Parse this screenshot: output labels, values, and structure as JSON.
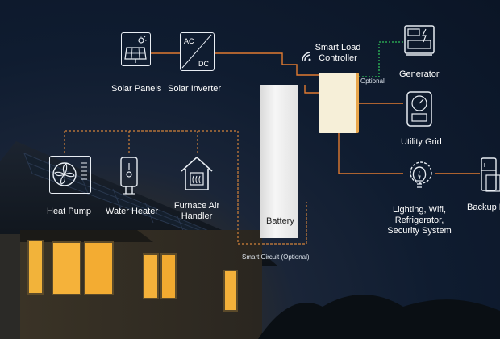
{
  "labels": {
    "smart_load_controller": "Smart Load Controller",
    "optional": "Optional",
    "generator": "Generator",
    "solar_panels": "Solar Panels",
    "solar_inverter": "Solar Inverter",
    "ac": "AC",
    "dc": "DC",
    "utility_grid": "Utility Grid",
    "heat_pump": "Heat Pump",
    "water_heater": "Water Heater",
    "furnace_air_handler": "Furnace Air Handler",
    "battery": "Battery",
    "lighting": "Lighting, Wifi, Refrigerator, Security System",
    "backup_loads": "Backup L",
    "smart_circuit": "Smart Circuit (Optional)"
  },
  "colors": {
    "wire": "#e07a30",
    "dashed": "#d2823a",
    "optional_link": "#2fbf5a",
    "icon_stroke": "#e8edf3",
    "controller": "#f6efd8",
    "battery": "#f2f2f2"
  },
  "icons": [
    "solar-panel-icon",
    "ac-dc-inverter-icon",
    "wifi-icon",
    "generator-icon",
    "utility-meter-icon",
    "heat-pump-fan-icon",
    "water-heater-icon",
    "furnace-house-icon",
    "lightbulb-gear-icon",
    "backup-appliance-icon"
  ]
}
